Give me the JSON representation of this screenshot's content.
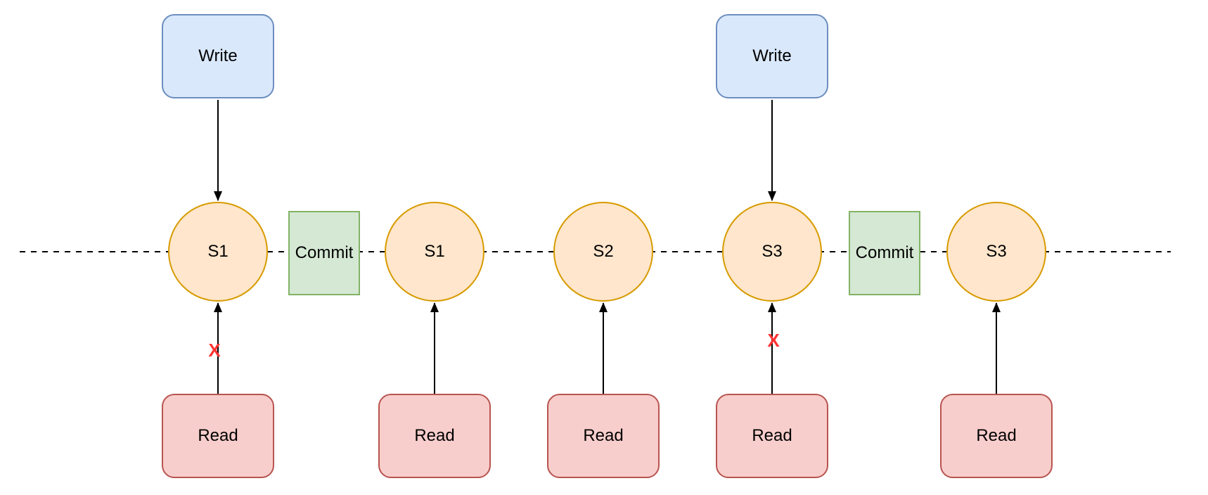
{
  "diagram": {
    "background": "#ffffff",
    "writes": [
      {
        "label": "Write",
        "target": "S1"
      },
      {
        "label": "Write",
        "target": "S3"
      }
    ],
    "commits": [
      {
        "label": "Commit"
      },
      {
        "label": "Commit"
      }
    ],
    "snapshots": [
      {
        "label": "S1"
      },
      {
        "label": "S1"
      },
      {
        "label": "S2"
      },
      {
        "label": "S3"
      },
      {
        "label": "S3"
      }
    ],
    "reads": [
      {
        "label": "Read",
        "target": "S1",
        "blocked": true,
        "blocked_marker": "X"
      },
      {
        "label": "Read",
        "target": "S1",
        "blocked": false
      },
      {
        "label": "Read",
        "target": "S2",
        "blocked": false
      },
      {
        "label": "Read",
        "target": "S3",
        "blocked": true,
        "blocked_marker": "X"
      },
      {
        "label": "Read",
        "target": "S3",
        "blocked": false
      }
    ],
    "colors": {
      "write_fill": "#dae8fc",
      "write_stroke": "#6c8ebf",
      "snapshot_fill": "#ffe6cc",
      "snapshot_stroke": "#d79b00",
      "commit_fill": "#d5e8d4",
      "commit_stroke": "#82b366",
      "read_fill": "#f8cecc",
      "read_stroke": "#b85450",
      "blocked_marker": "#ff3333",
      "line": "#000000"
    }
  }
}
